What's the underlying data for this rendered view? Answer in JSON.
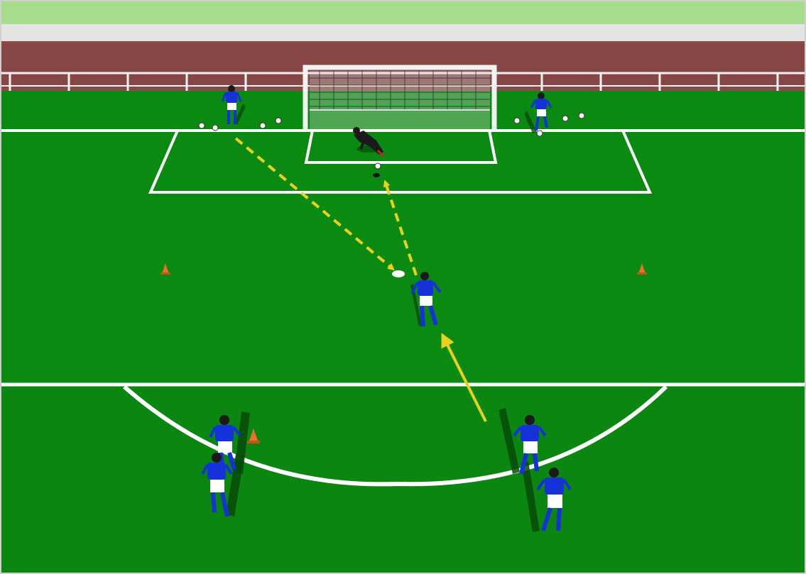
{
  "diagram": {
    "kind": "soccer-training-drill",
    "colors": {
      "grass": "#0b8a12",
      "grass_dark": "#08760e",
      "track": "#8a4a4a",
      "sky": "#a6dd8c",
      "line": "#ffffff",
      "arrow": "#e8d21a",
      "jersey": "#1432d8",
      "shorts": "#ffffff",
      "keeper": "#1a1a1a",
      "cone": "#f07028",
      "shadow": "#064a08"
    },
    "elements": {
      "goal": "goal-with-net",
      "goalkeeper": "diving-goalkeeper",
      "servers": [
        "server-left",
        "server-right"
      ],
      "central_player": "receiving-player",
      "queues": [
        "queue-left",
        "queue-right"
      ],
      "cones": [
        "cone-left",
        "cone-right",
        "cone-queue"
      ],
      "balls": "loose-balls",
      "arrows": [
        "pass-arrow-dashed",
        "shot-arrow-dashed",
        "run-arrow-solid"
      ]
    }
  }
}
